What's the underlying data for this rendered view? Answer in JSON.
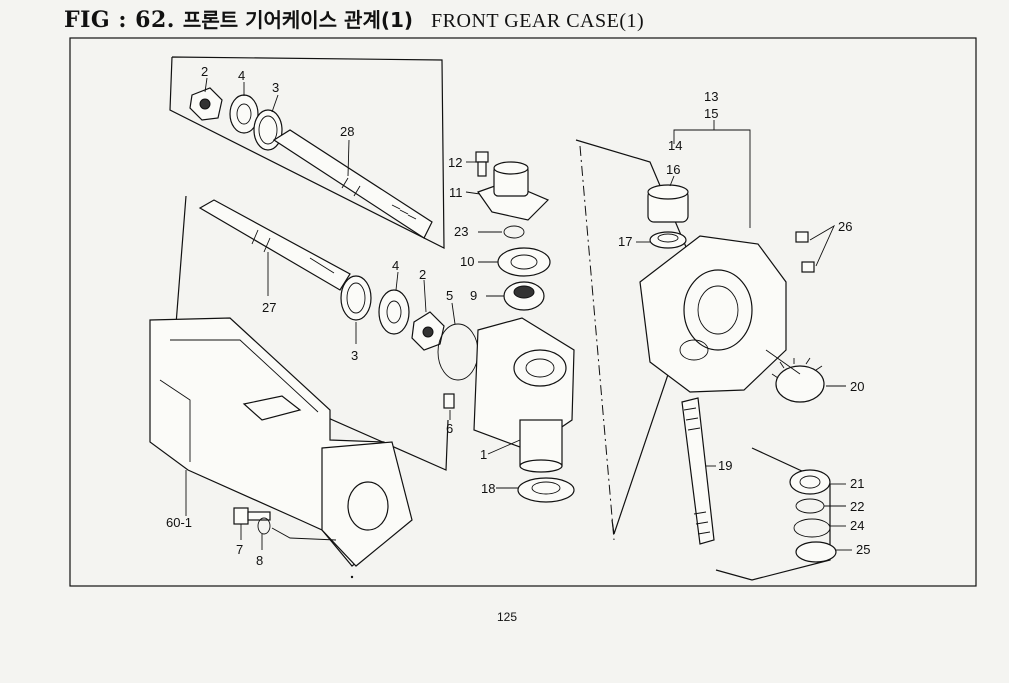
{
  "figure": {
    "number": "FIG : 62.",
    "title_korean": "프론트 기어케이스 관계(1)",
    "title_english": "FRONT GEAR CASE(1)"
  },
  "page_number": "125",
  "callouts": [
    "2",
    "4",
    "3",
    "28",
    "12",
    "11",
    "23",
    "10",
    "9",
    "27",
    "4",
    "2",
    "5",
    "3",
    "6",
    "1",
    "18",
    "13",
    "15",
    "14",
    "16",
    "17",
    "26",
    "20",
    "19",
    "21",
    "22",
    "24",
    "25",
    "60-1",
    "7",
    "8"
  ]
}
